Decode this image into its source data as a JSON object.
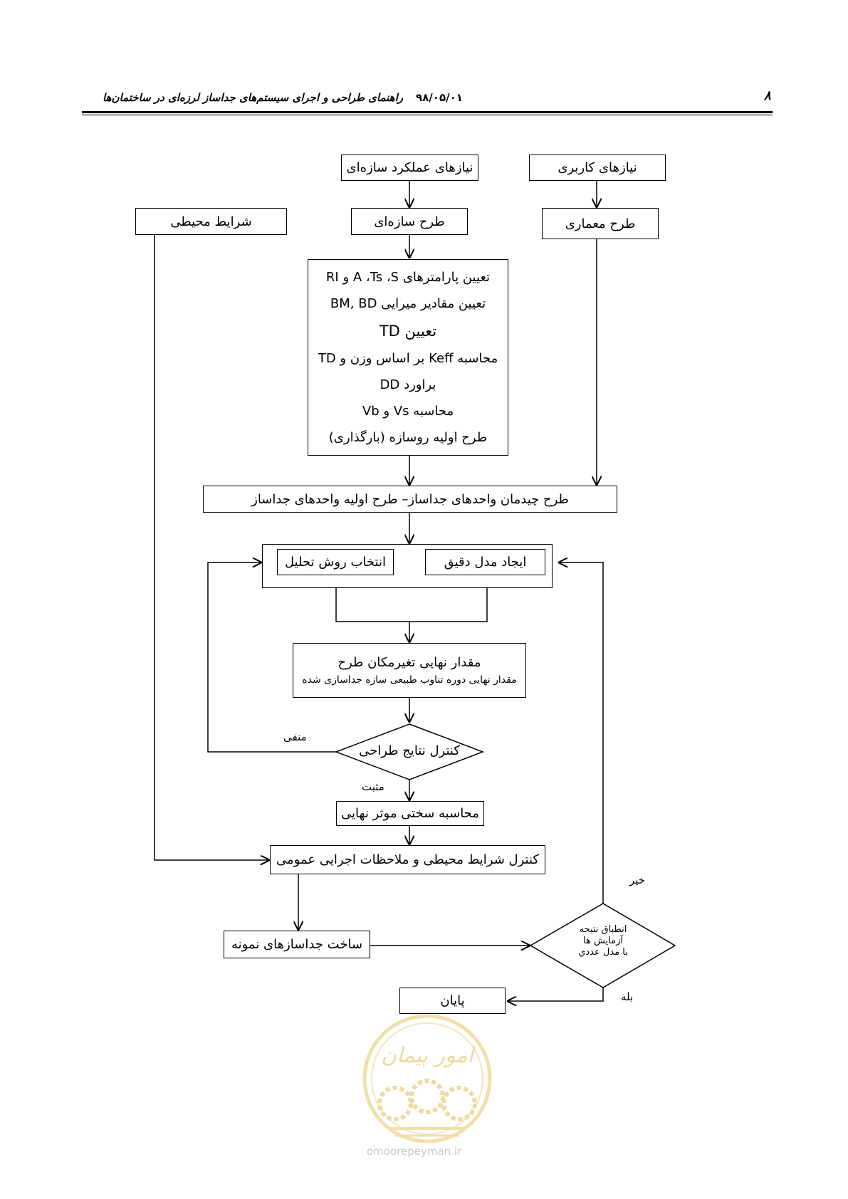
{
  "header": {
    "page_number": "۸",
    "date": "۹۸/۰۵/۰۱",
    "title": "راهنمای طراحی و اجرای سیستم‌های جداساز لرزه‌ای در ساختمان‌ها"
  },
  "boxes": {
    "structural_performance_needs": "نیازهای عملکرد سازه‌ای",
    "user_needs": "نیازهای کاربری",
    "environmental_conditions": "شرایط محیطی",
    "structural_design": "طرح سازه‌ای",
    "architectural_design": "طرح معماری",
    "isolator_layout": "طرح چیدمان واحدهای جداساز– طرح اولیه واحدهای جداساز",
    "analysis_method": "انتخاب روش تحلیل",
    "precise_model": "ایجاد مدل دقیق",
    "final_displacement": "مقدار نهایی تغیرمکان طرح",
    "final_period": "مقدار نهایی دوره تناوب طبیعی سازه جداسازی شده",
    "check_results": "کنترل نتایج طراحی",
    "final_stiffness": "محاسبه سختی موثر نهایی",
    "environmental_check": "کنترل شرایط محیطی و ملاحظات اجرایی عمومی",
    "build_prototypes": "ساخت جداسازهای نمونه",
    "test_match_line1": "انطباق نتیجه",
    "test_match_line2": "آزمایش ها",
    "test_match_line3": "با مدل عددي",
    "end": "پایان"
  },
  "calc_steps": {
    "step1_text": "تعیین پارامترهای",
    "step1_symbols": "A ،Ts ،S و RI",
    "step2_text": "تعیین مقادیر میرایی",
    "step2_symbols": "BM, BD",
    "step3_text": "تعیین",
    "step3_symbols": "TD",
    "step4_text_a": "محاسبه",
    "step4_symbol_a": "Keff",
    "step4_text_b": "بر اساس وزن و",
    "step4_symbol_b": "TD",
    "step5_text": "براورد",
    "step5_symbols": "DD",
    "step6_text": "محاسبه",
    "step6_symbols": "Vs و Vb",
    "step7_text": "طرح اولیه روسازه (بارگذاری)"
  },
  "labels": {
    "negative": "منفی",
    "positive": "مثبت",
    "no": "خیر",
    "yes": "بله"
  },
  "watermark": {
    "logo_text": "امور پیمان",
    "site": "omoorepeyman.ir"
  }
}
